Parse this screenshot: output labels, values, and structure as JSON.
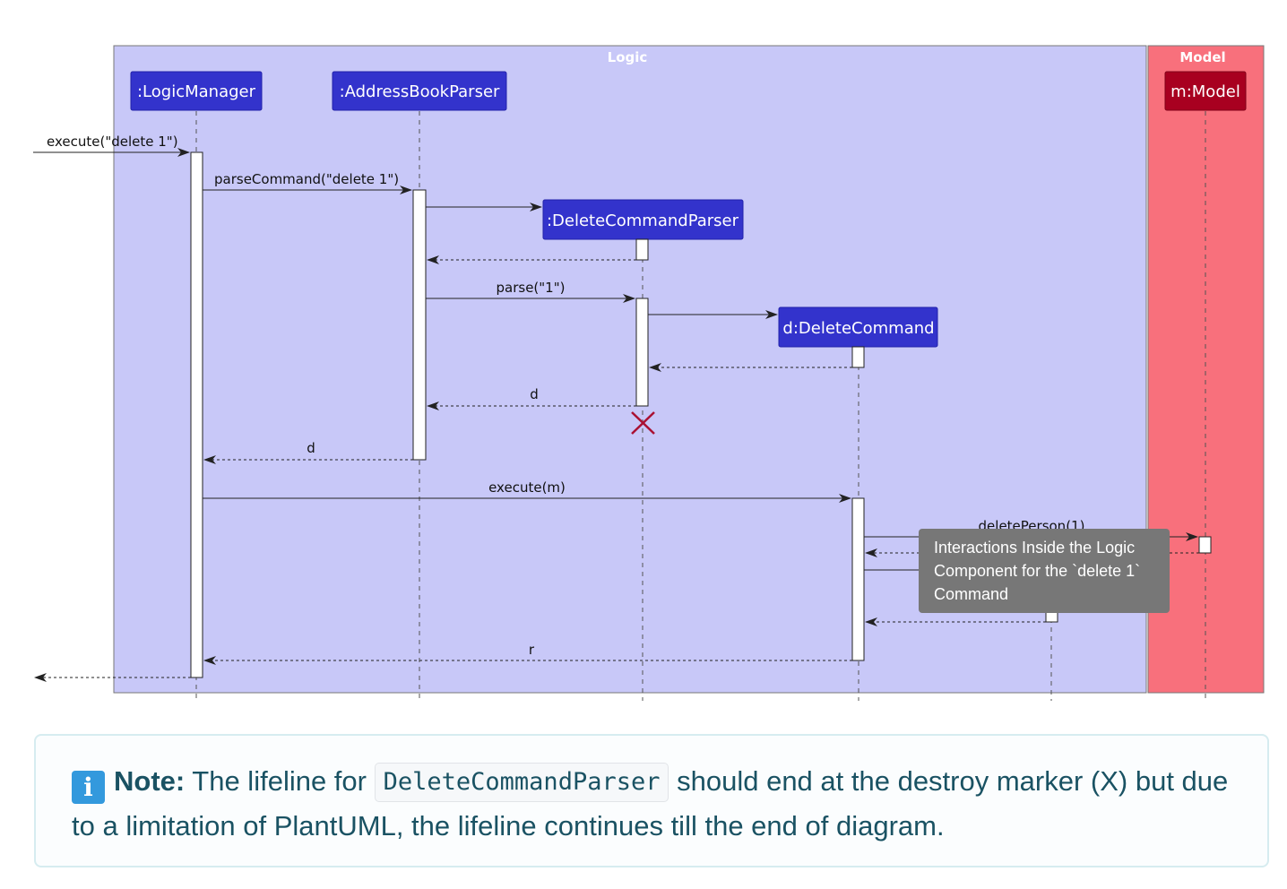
{
  "boxes": {
    "logic": {
      "title": "Logic",
      "color": "#c8c8f8"
    },
    "model": {
      "title": "Model",
      "color": "#f8707c"
    }
  },
  "participants": {
    "logic_manager": ":LogicManager",
    "address_book_parser": ":AddressBookParser",
    "delete_command_parser": ":DeleteCommandParser",
    "delete_command": "d:DeleteCommand",
    "model": "m:Model"
  },
  "messages": {
    "execute_delete": "execute(\"delete 1\")",
    "parse_command": "parseCommand(\"delete 1\")",
    "parse": "parse(\"1\")",
    "return_d_1": "d",
    "return_d_2": "d",
    "execute_m": "execute(m)",
    "delete_person": "deletePerson(1)",
    "return_r": "r"
  },
  "tooltip": {
    "line1": "Interactions Inside the Logic",
    "line2": "Component for the `delete 1`",
    "line3": "Command"
  },
  "note": {
    "icon": "i",
    "label": "Note:",
    "text_before_code": "The lifeline for",
    "code": "DeleteCommandParser",
    "text_after_code": "should end at the destroy marker (X) but due to a limitation of PlantUML, the lifeline continues till the end of diagram."
  },
  "colors": {
    "participant_fill": "#3333cc",
    "model_participant_fill": "#a80020",
    "destroy_marker": "#aa1133",
    "note_text": "#1a5263",
    "info_icon": "#3399dd"
  }
}
